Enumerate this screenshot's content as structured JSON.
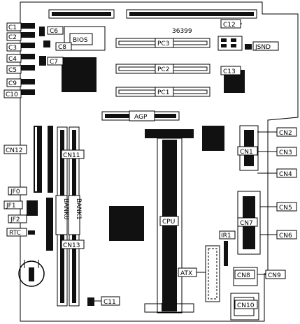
{
  "board_code": "36399",
  "labels": {
    "c1": "C1",
    "c2": "C2",
    "c3": "C3",
    "c4": "C4",
    "c5": "C5",
    "c6": "C6",
    "c7": "C7",
    "c8": "C8",
    "c9": "C9",
    "c10": "C10",
    "c11": "C11",
    "c12": "C12",
    "c13": "C13",
    "bios": "BIOS",
    "jsnd": "JSND",
    "pc1": "PC1",
    "pc2": "PC2",
    "pc3": "PC3",
    "agp": "AGP",
    "cn1": "CN1",
    "cn2": "CN2",
    "cn3": "CN3",
    "cn4": "CN4",
    "cn5": "CN5",
    "cn6": "CN6",
    "cn7": "CN7",
    "cn8": "CN8",
    "cn9": "CN9",
    "cn10": "CN10",
    "cn11": "CN11",
    "cn12": "CN12",
    "cn13": "CN13",
    "jf0": "JF0",
    "jf1": "JF1",
    "jf2": "JF2",
    "rtc": "RTC",
    "ir1": "IR1",
    "atx": "ATX",
    "cpu": "CPU",
    "bank0": "BANK0",
    "bank1": "BANK1"
  }
}
